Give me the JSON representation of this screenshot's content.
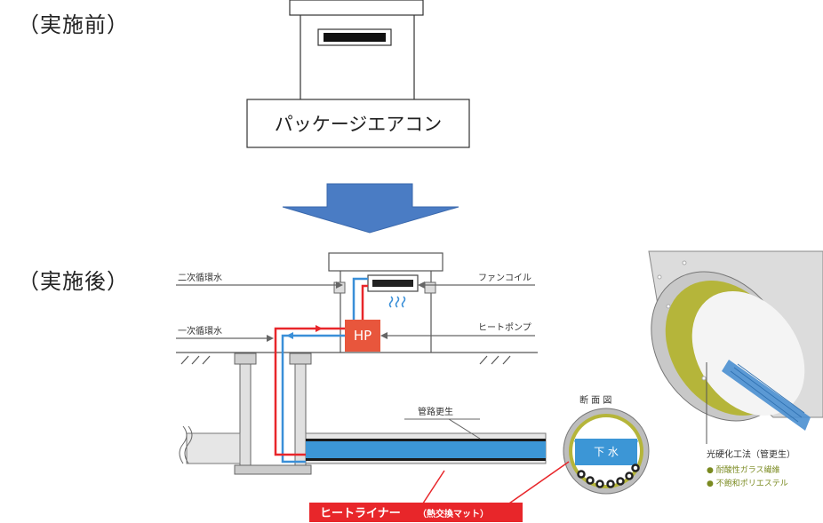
{
  "before": {
    "label": "（実施前）",
    "unit_label": "パッケージエアコン"
  },
  "after": {
    "label": "（実施後）",
    "labels": {
      "secondary_water": "二次循環水",
      "primary_water": "一次循環水",
      "fan_coil": "ファンコイル",
      "heat_pump": "ヒートポンプ",
      "hp_unit": "HP",
      "pipe_renewal": "管路更生",
      "cross_section": "断 面 図",
      "sewage": "下 水",
      "heat_liner": "ヒートライナー",
      "heat_liner_sub": "（熱交換マット）",
      "photo_cure": "光硬化工法（管更生）",
      "material_1": "● 耐酸性ガラス繊維",
      "material_2": "● 不飽和ポリエステル"
    }
  },
  "colors": {
    "arrow_blue": "#4a7cc4",
    "hot_red": "#e8262a",
    "cold_blue": "#3a8fd8",
    "hp_orange": "#e8563c",
    "liner_green": "#b5b53a",
    "water_blue": "#3c96d6"
  }
}
